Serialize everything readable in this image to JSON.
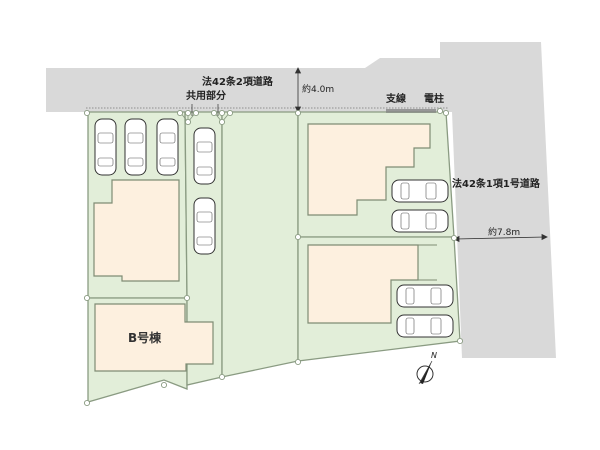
{
  "diagram": {
    "type": "site-plan",
    "colors": {
      "road": "#d9d9d9",
      "lot": "#e2eed9",
      "building": "#fdf0df",
      "boundary": "#8a9b82",
      "background": "#ffffff"
    },
    "roads": {
      "north_road": {
        "label": "法42条2項道路",
        "width_label": "約4.0m"
      },
      "east_road": {
        "label": "法42条1項1号道路",
        "width_label": "約7.8m"
      }
    },
    "annotations": {
      "shared_part": "共用部分",
      "guy_wire": "支線",
      "utility_pole": "電柱"
    },
    "buildings": [
      {
        "id": "west-upper",
        "label": ""
      },
      {
        "id": "b",
        "label": "B号棟"
      },
      {
        "id": "east-upper",
        "label": ""
      },
      {
        "id": "east-lower",
        "label": ""
      }
    ],
    "parking": {
      "west_lot_cars": 3,
      "passage_cars": 2,
      "east_upper_cars": 2,
      "east_lower_cars": 2
    },
    "compass": {
      "label": "N"
    }
  }
}
